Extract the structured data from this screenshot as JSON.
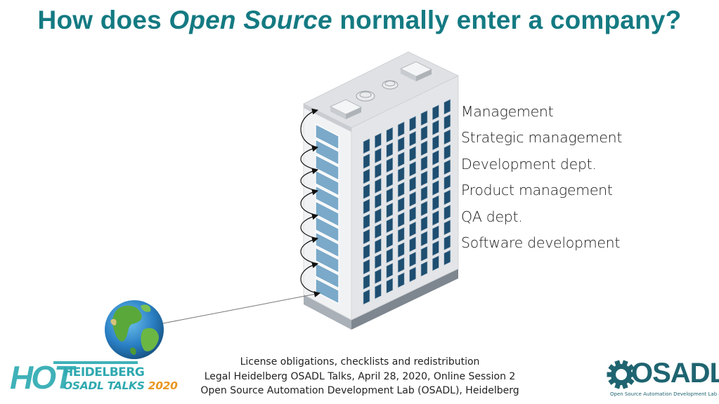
{
  "slide": {
    "title_part1": "How does ",
    "title_em": "Open Source",
    "title_part2": " normally enter a company?"
  },
  "departments": [
    "Management",
    "Strategic management",
    "Development dept.",
    "Product management",
    "QA dept.",
    "Software development"
  ],
  "footer": {
    "line1": "License obligations, checklists and redistribution",
    "line2": "Legal Heidelberg OSADL Talks, April 28, 2020, Online Session 2",
    "line3": "Open Source Automation Development Lab (OSADL), Heidelberg"
  },
  "hot_logo": {
    "word": "HOT",
    "line1": "HEIDELBERG",
    "line2_a": "OSADL TALKS ",
    "line2_b": "2020"
  },
  "osadl_logo": {
    "word": "OSADL",
    "sub": "Open Source Automation Development Lab eG"
  },
  "colors": {
    "title": "#147a82",
    "window_blue": "#7ba9c9",
    "facade_dark": "#1e4e70",
    "hot_teal": "#3fb1b8",
    "hot_orange": "#e8961f",
    "osadl": "#1f6470"
  },
  "icons": {
    "globe": "earth-globe-icon",
    "building": "office-building-icon",
    "gear": "gear-icon"
  }
}
